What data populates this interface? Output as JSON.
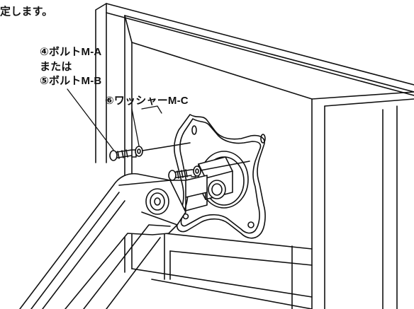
{
  "caption_fragment": "定します。",
  "labels": {
    "bolt_a": "④ボルトM-A",
    "or_text": "または",
    "bolt_b": "⑤ボルトM-B",
    "washer": "⑥ワッシャーM-C"
  }
}
